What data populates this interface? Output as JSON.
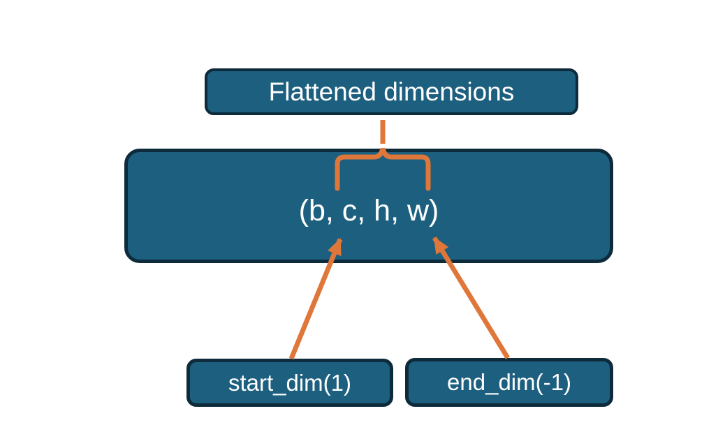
{
  "diagram": {
    "colors": {
      "background": "#ffffff",
      "node_fill": "#1d5f7e",
      "node_border": "#0d2b3b",
      "text": "#ffffff",
      "connector": "#e0773a"
    },
    "nodes": {
      "flattened": {
        "text": "Flattened dimensions"
      },
      "shape": {
        "text": "(b, c, h, w)"
      },
      "start_dim": {
        "text": "start_dim(1)"
      },
      "end_dim": {
        "text": "end_dim(-1)"
      }
    },
    "connectors": [
      {
        "id": "flatten-brace",
        "type": "brace",
        "from": "flattened",
        "to": "shape"
      },
      {
        "id": "start-dim-arrow",
        "type": "arrow",
        "from": "start_dim",
        "to": "shape"
      },
      {
        "id": "end-dim-arrow",
        "type": "arrow",
        "from": "end_dim",
        "to": "shape"
      }
    ]
  }
}
